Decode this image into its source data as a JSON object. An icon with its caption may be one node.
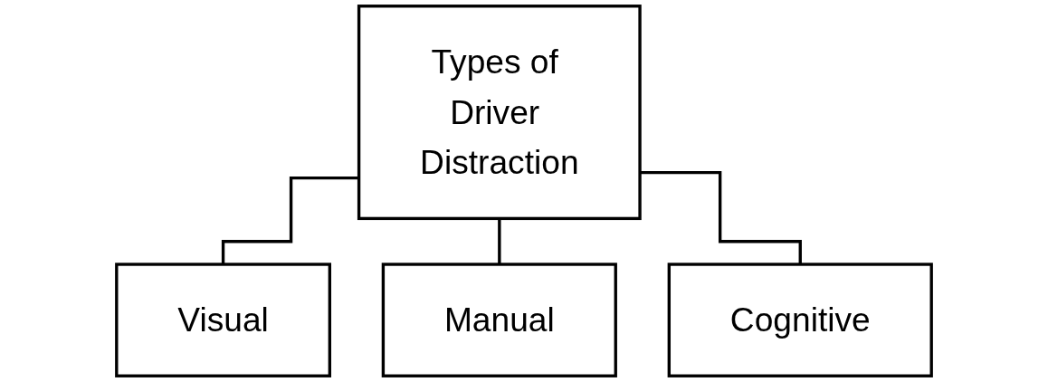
{
  "diagram": {
    "nodes": [
      {
        "text": [
          "Types of Driver Distraction"
        ]
      },
      {
        "text": [
          "Visual"
        ]
      },
      {
        "text": [
          "Manual"
        ]
      },
      {
        "text": [
          "Cognitive"
        ]
      }
    ],
    "edges": [
      {
        "from": 0,
        "to": 1,
        "arrow": "none"
      },
      {
        "from": 0,
        "to": 2,
        "arrow": "none"
      },
      {
        "from": 0,
        "to": 3,
        "arrow": "none"
      }
    ]
  }
}
